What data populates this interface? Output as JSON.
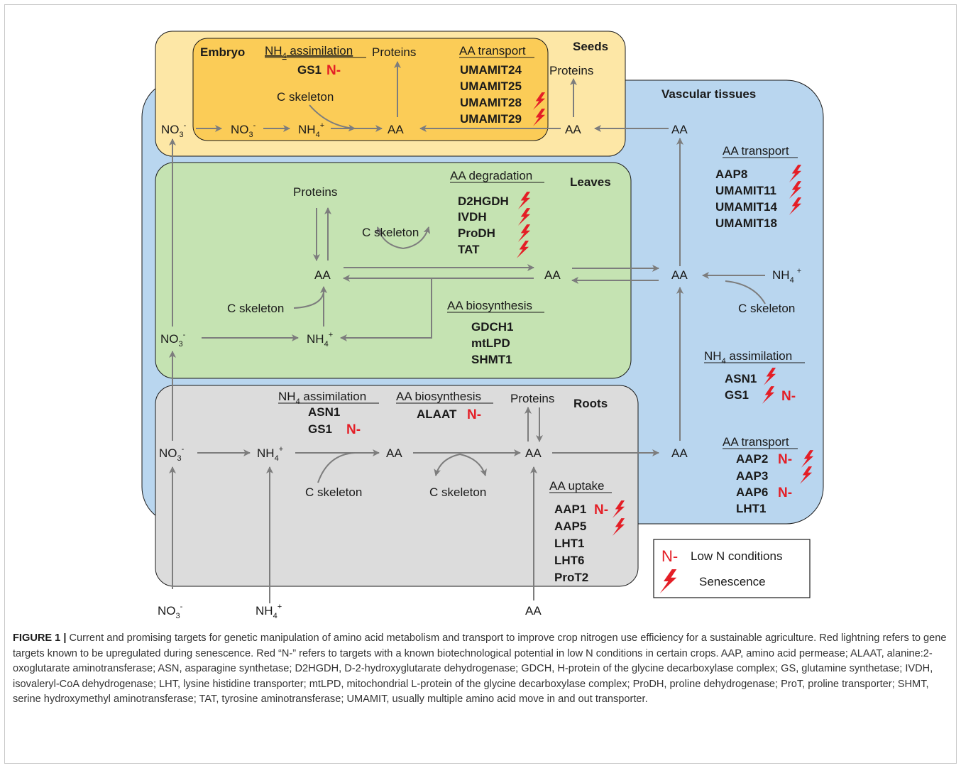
{
  "boxes": {
    "seeds": "Seeds",
    "embryo": "Embryo",
    "vascular": "Vascular tissues",
    "leaves": "Leaves",
    "roots": "Roots"
  },
  "headers": {
    "nh4_assimilation": "NH4 assimilation",
    "aa_transport": "AA transport",
    "aa_degradation": "AA degradation",
    "aa_biosynthesis": "AA biosynthesis",
    "aa_uptake": "AA uptake"
  },
  "nodes": {
    "no3": "NO3-",
    "nh4": "NH4+",
    "aa": "AA",
    "proteins": "Proteins",
    "c_skeleton": "C skeleton"
  },
  "genes": {
    "embryo_nh4": [
      "GS1"
    ],
    "seed_transport": [
      "UMAMIT24",
      "UMAMIT25",
      "UMAMIT28",
      "UMAMIT29"
    ],
    "leaf_degradation": [
      "D2HGDH",
      "IVDH",
      "ProDH",
      "TAT"
    ],
    "leaf_biosynthesis": [
      "GDCH1",
      "mtLPD",
      "SHMT1"
    ],
    "vasc_transport": [
      "AAP8",
      "UMAMIT11",
      "UMAMIT14",
      "UMAMIT18"
    ],
    "vasc_nh4": [
      "ASN1",
      "GS1"
    ],
    "vasc_transport2": [
      "AAP2",
      "AAP3",
      "AAP6",
      "LHT1"
    ],
    "root_nh4": [
      "ASN1",
      "GS1"
    ],
    "root_biosynthesis": [
      "ALAAT"
    ],
    "root_uptake": [
      "AAP1",
      "AAP5",
      "LHT1",
      "LHT6",
      "ProT2"
    ]
  },
  "markers": {
    "low_n": "N-"
  },
  "legend": {
    "symbol": "N-",
    "low_n": "Low N conditions",
    "senescence": "Senescence"
  },
  "colors": {
    "seeds": "#fde7a6",
    "embryo": "#fbcc57",
    "vascular": "#b9d6ef",
    "leaves": "#c5e3b2",
    "roots": "#dcdcdc",
    "arrow": "#7d7d7d",
    "red": "#e41e26"
  },
  "caption": {
    "figure_label": "FIGURE 1 |",
    "text": "Current and promising targets for genetic manipulation of amino acid metabolism and transport to improve crop nitrogen use efficiency for a sustainable agriculture. Red lightning refers to gene targets known to be upregulated during senescence. Red “N-” refers to targets with a known biotechnological potential in low N conditions in certain crops. AAP, amino acid permease; ALAAT, alanine:2-oxoglutarate aminotransferase; ASN, asparagine synthetase; D2HGDH, D-2-hydroxyglutarate dehydrogenase; GDCH, H-protein of the glycine decarboxylase complex; GS, glutamine synthetase; IVDH, isovaleryl-CoA dehydrogenase; LHT, lysine histidine transporter; mtLPD, mitochondrial L-protein of the glycine decarboxylase complex; ProDH, proline dehydrogenase; ProT, proline transporter; SHMT, serine hydroxymethyl aminotransferase; TAT, tyrosine aminotransferase; UMAMIT, usually multiple amino acid move in and out transporter."
  }
}
